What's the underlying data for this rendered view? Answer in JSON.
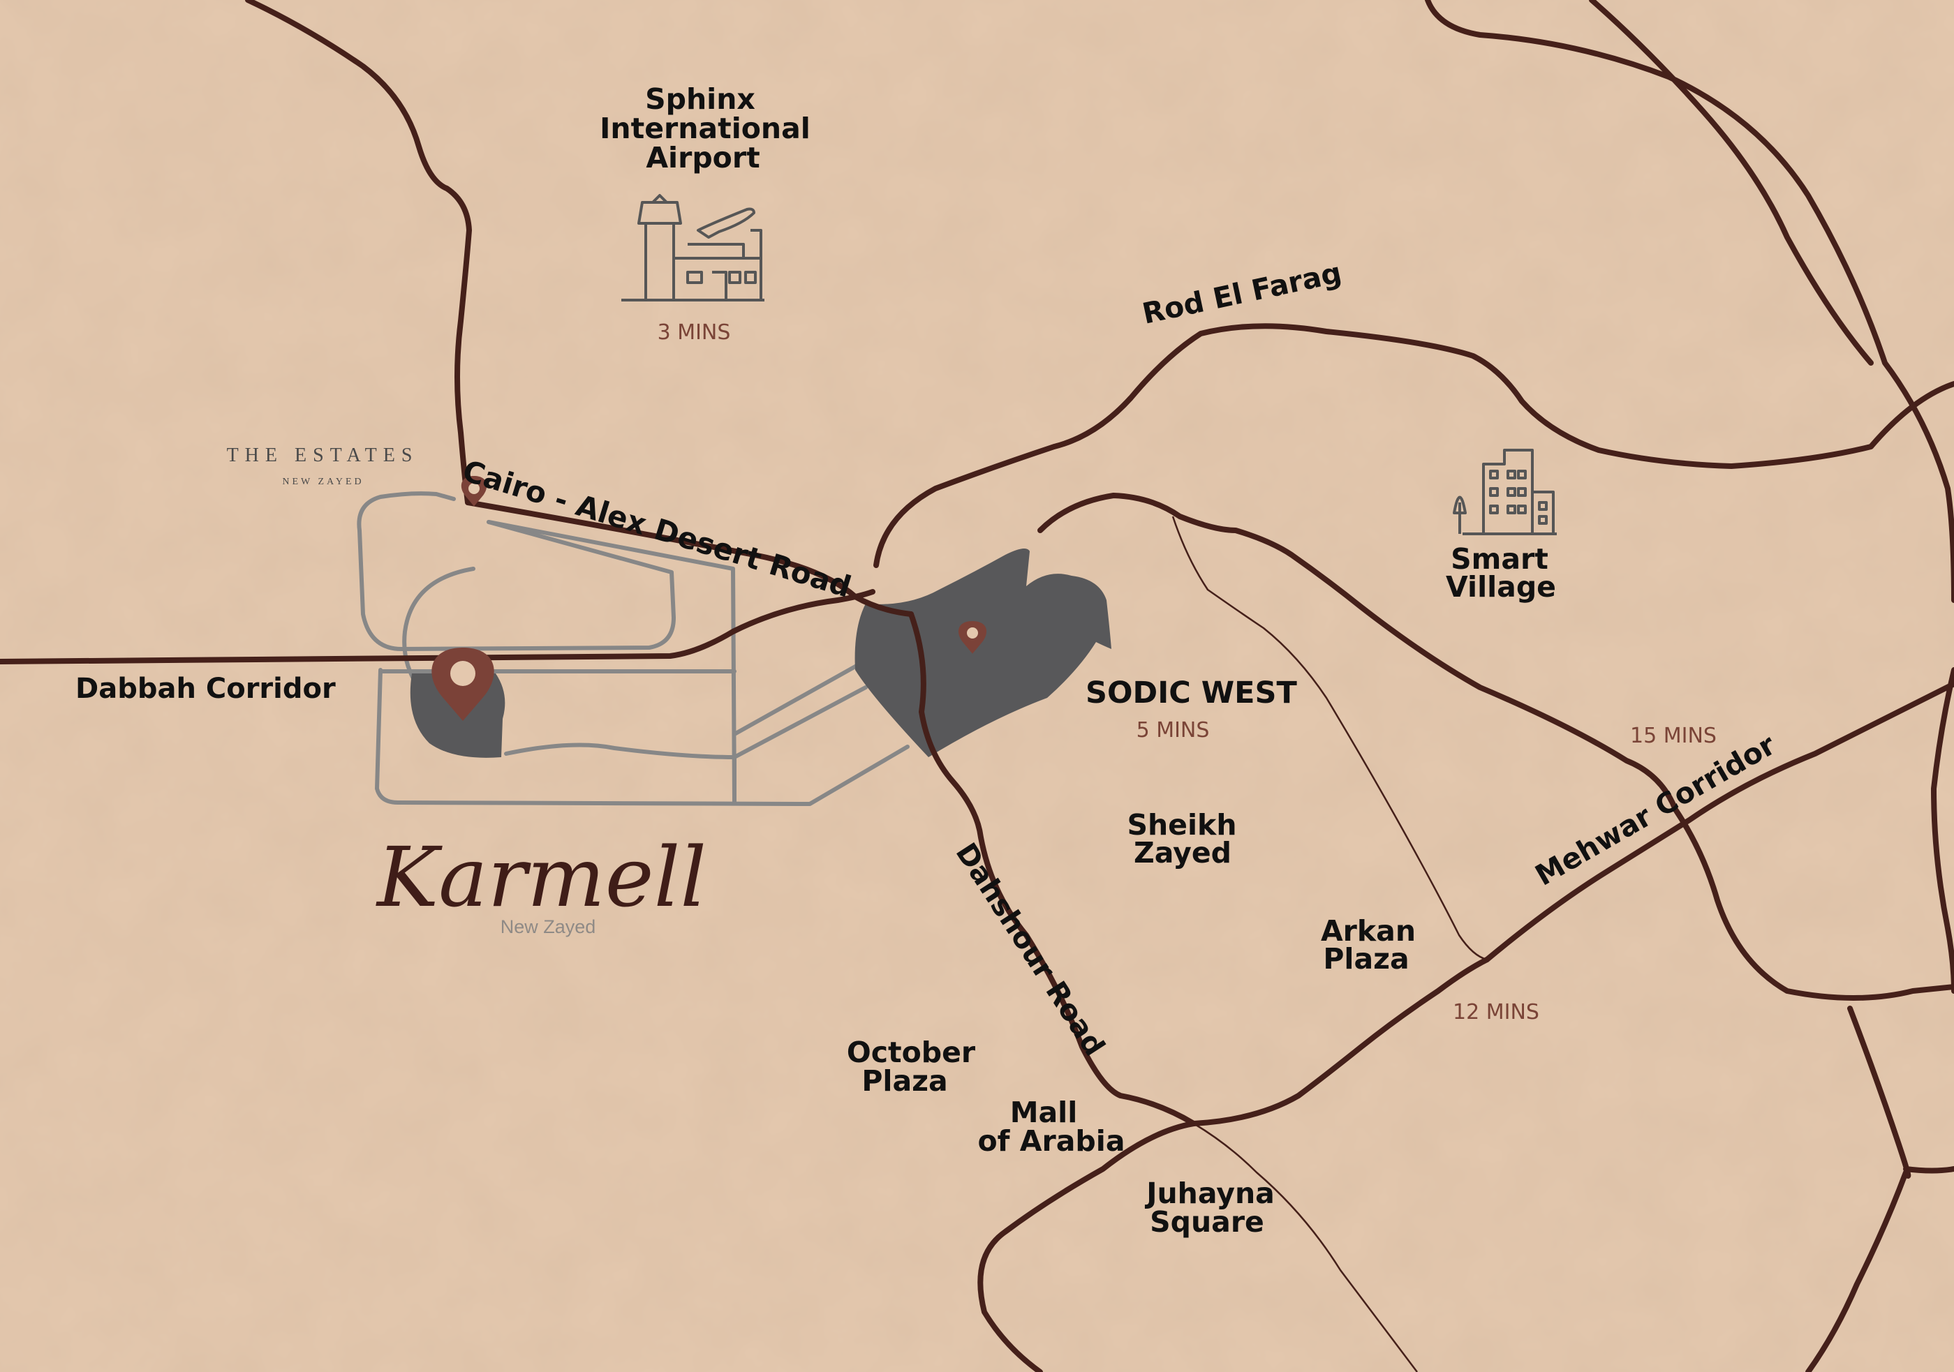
{
  "places": {
    "airport": {
      "line1": "Sphinx",
      "line2": "International",
      "line3": "Airport",
      "time": "3 MINS"
    },
    "smart_village": {
      "line1": "Smart",
      "line2": "Village"
    },
    "sodic_west": {
      "name": "SODIC WEST",
      "time": "5 MINS"
    },
    "sheikh_zayed": {
      "line1": "Sheikh",
      "line2": "Zayed"
    },
    "arkan_plaza": {
      "line1": "Arkan",
      "line2": "Plaza"
    },
    "october_plaza": {
      "line1": "October",
      "line2": "Plaza"
    },
    "mall_of_arabia": {
      "line1": "Mall",
      "line2": "of Arabia"
    },
    "juhayna_square": {
      "line1": "Juhayna",
      "line2": "Square"
    }
  },
  "roads": {
    "rod_el_farag": "Rod El Farag",
    "cairo_alex": "Cairo - Alex Desert Road",
    "dabbah": "Dabbah Corridor",
    "dahshour": "Dahshour Road",
    "mehwar": "Mehwar Corridor"
  },
  "times": {
    "t15": "15 MINS",
    "t12": "12 MINS"
  },
  "estates": {
    "name": "THE ESTATES",
    "sub": "NEW ZAYED"
  },
  "brand": {
    "name": "Karmell",
    "sub": "New Zayed"
  },
  "colors": {
    "background": "#e4c8ae",
    "road": "#45201a",
    "plan_outline": "#878787",
    "development_fill": "#58585a",
    "pin": "#7b4238"
  }
}
